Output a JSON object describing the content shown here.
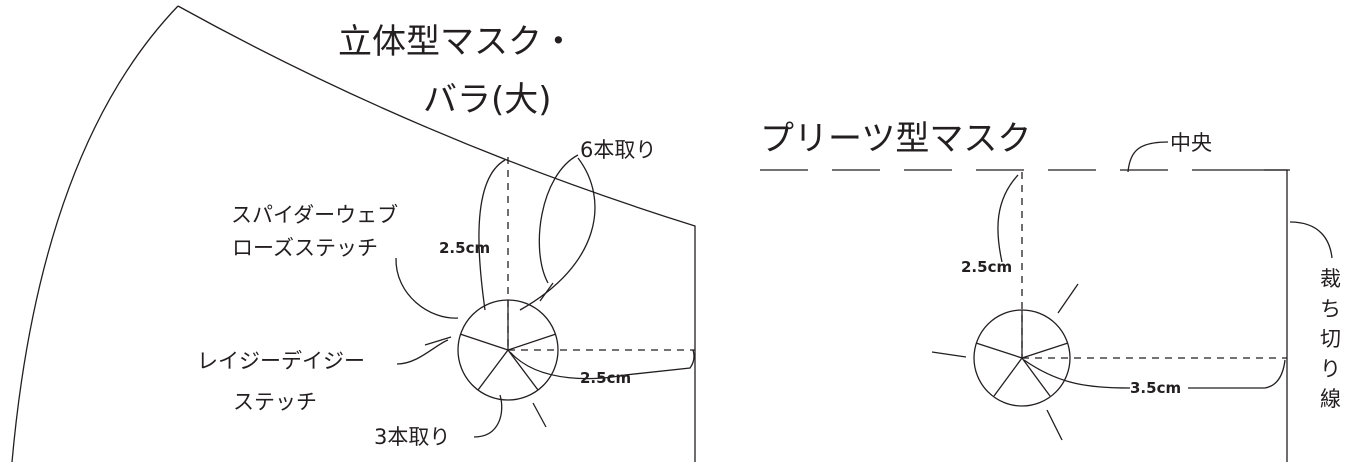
{
  "left": {
    "title_line1": "立体型マスク・",
    "title_line2": "バラ(大)",
    "label_6strand": "6本取り",
    "label_spiderweb_line1": "スパイダーウェブ",
    "label_spiderweb_line2": "ローズステッチ",
    "dim_vertical": "2.5cm",
    "dim_horizontal": "2.5cm",
    "label_lazydaisy_line1": "レイジーデイジー",
    "label_lazydaisy_line2": "ステッチ",
    "label_3strand": "3本取り"
  },
  "right": {
    "title": "プリーツ型マスク",
    "label_center": "中央",
    "dim_vertical": "2.5cm",
    "dim_horizontal": "3.5cm",
    "label_cutline": [
      "裁",
      "ち",
      "切",
      "り",
      "線"
    ]
  },
  "colors": {
    "ink": "#231f20",
    "background": "#ffffff"
  }
}
